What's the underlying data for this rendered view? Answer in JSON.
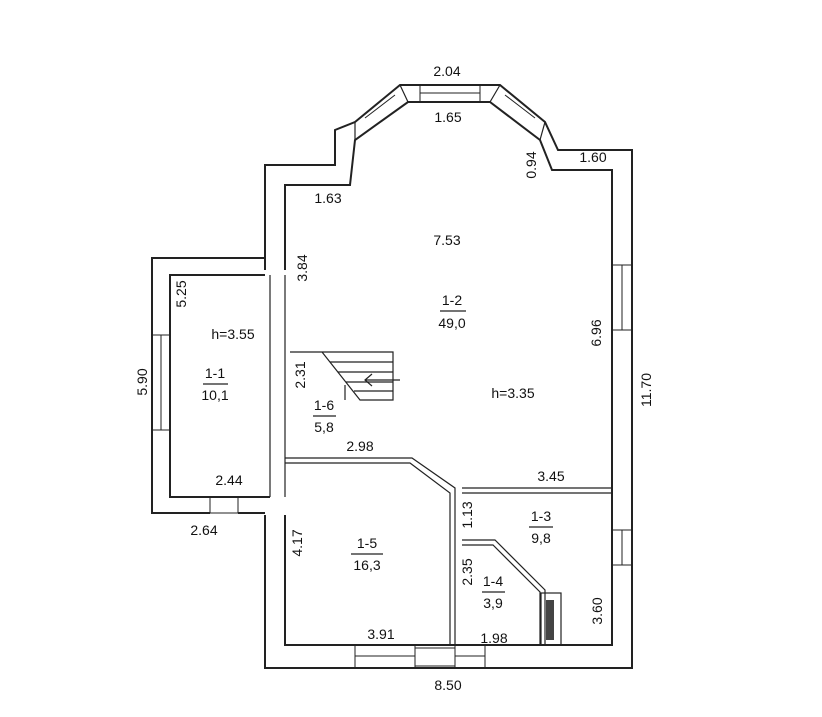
{
  "rooms": {
    "r1_1": {
      "id": "1-1",
      "area": "10,1",
      "height": "h=3.55"
    },
    "r1_2": {
      "id": "1-2",
      "area": "49,0",
      "height": "h=3.35"
    },
    "r1_3": {
      "id": "1-3",
      "area": "9,8"
    },
    "r1_4": {
      "id": "1-4",
      "area": "3,9"
    },
    "r1_5": {
      "id": "1-5",
      "area": "16,3"
    },
    "r1_6": {
      "id": "1-6",
      "area": "5,8"
    }
  },
  "dims": {
    "d204": "2.04",
    "d165": "1.65",
    "d094": "0.94",
    "d160": "1.60",
    "d163": "1.63",
    "d753": "7.53",
    "d384": "3.84",
    "d525": "5.25",
    "d696": "6.96",
    "d590": "5.90",
    "d231": "2.31",
    "d1170": "11.70",
    "d298": "2.98",
    "d345": "3.45",
    "d244": "2.44",
    "d264": "2.64",
    "d113": "1.13",
    "d417": "4.17",
    "d235": "2.35",
    "d360": "3.60",
    "d391": "3.91",
    "d198": "1.98",
    "d850": "8.50"
  }
}
